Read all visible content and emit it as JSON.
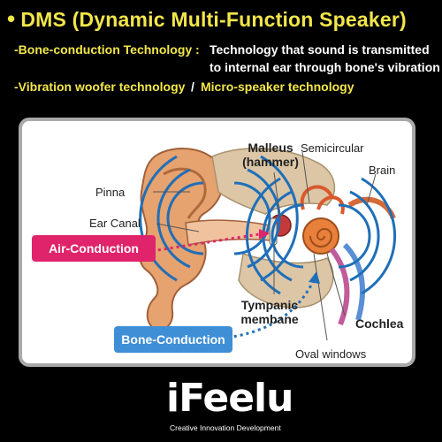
{
  "header": {
    "bullet": "•",
    "title": "DMS (Dynamic Multi-Function Speaker)"
  },
  "bullets": {
    "line1_label": "-Bone-conduction Technology :",
    "line1_desc_a": "Technology that sound is transmitted",
    "line1_desc_b": "to internal ear through bone's vibration",
    "line2_label": "-Vibration woofer technology",
    "line2_sep": "/",
    "line2_desc": "Micro-speaker technology"
  },
  "diagram": {
    "pinna": "Pinna",
    "ear_canal": "Ear Canal",
    "malleus_a": "Malleus",
    "malleus_b": "(hammer)",
    "semicircular": "Semicircular",
    "brain": "Brain",
    "tympanic_a": "Tympanic",
    "tympanic_b": "membane",
    "cochlea": "Cochlea",
    "oval": "Oval windows",
    "air": "Air-Conduction",
    "bone": "Bone-Conduction",
    "colors": {
      "air": "#e0246b",
      "bone": "#3f8fd6",
      "wave": "#1f6fb8"
    }
  },
  "logo": {
    "mark": "iFeelu",
    "tagline": "Creative Innovation Development"
  }
}
